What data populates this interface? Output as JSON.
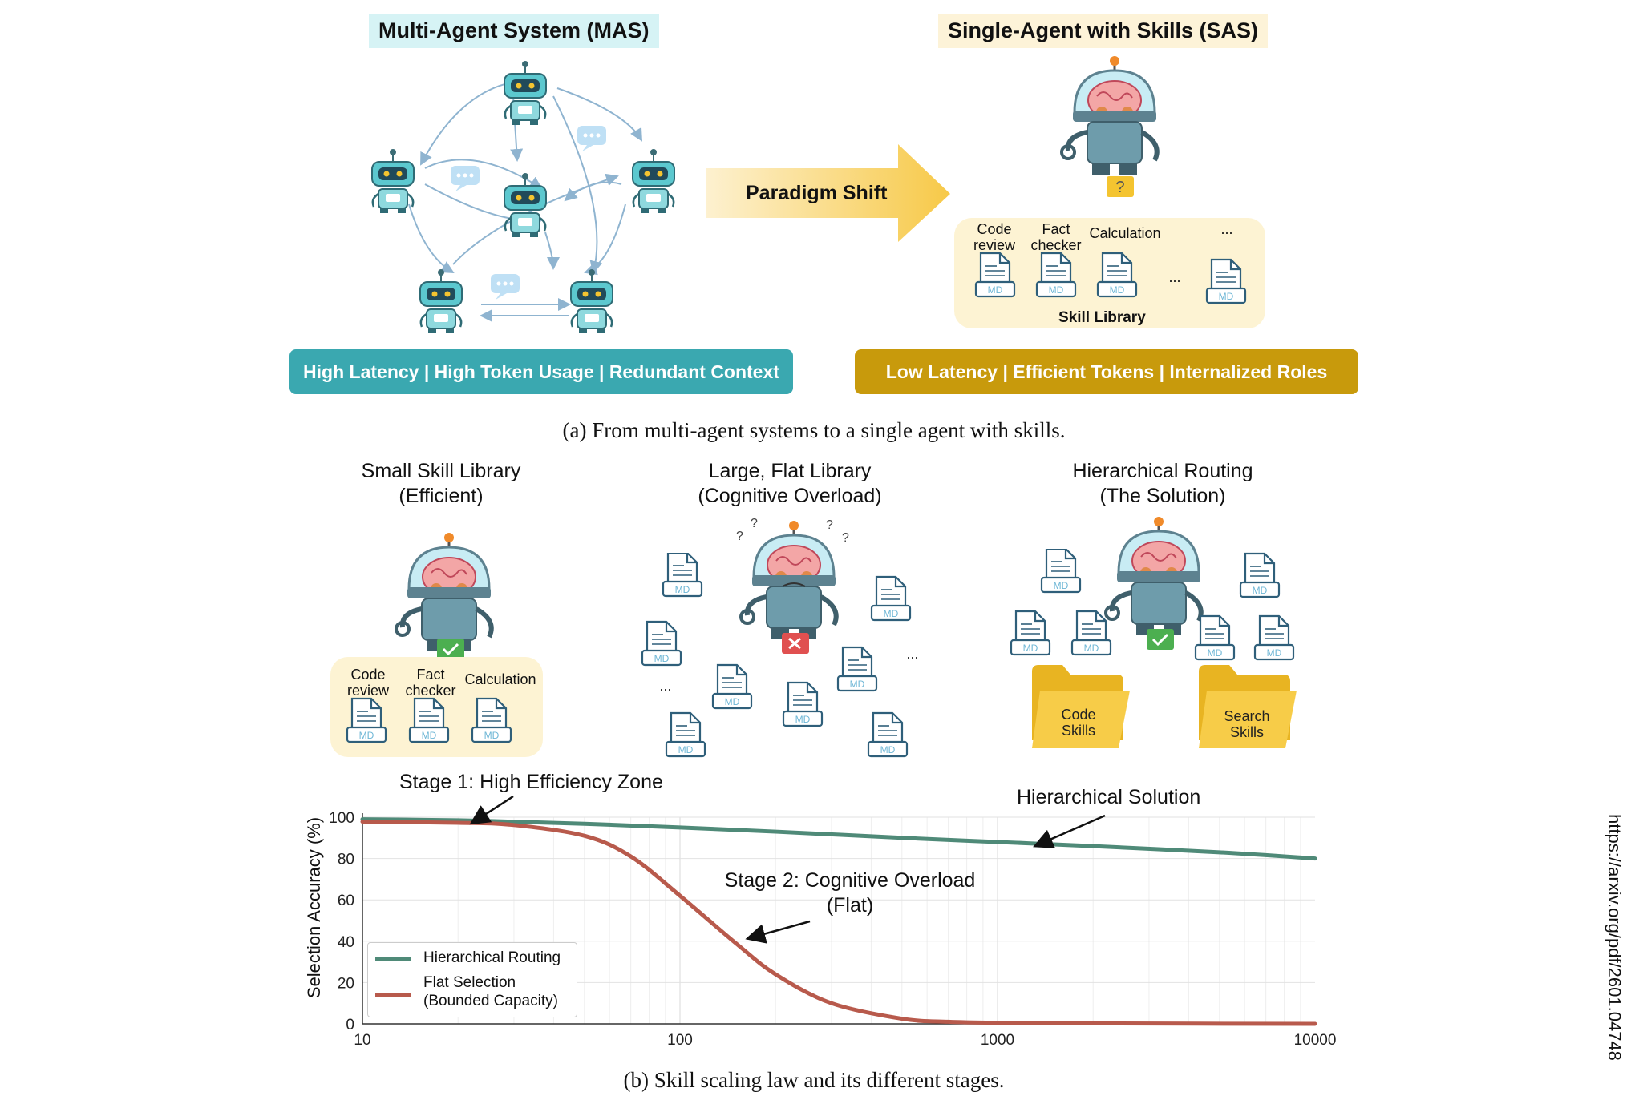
{
  "panel_a": {
    "mas_title": "Multi-Agent System (MAS)",
    "sas_title": "Single-Agent with Skills (SAS)",
    "shift_label": "Paradigm Shift",
    "mas_banner": "High Latency | High Token Usage | Redundant Context",
    "sas_banner": "Low Latency | Efficient Tokens | Internalized Roles",
    "skills": [
      {
        "line1": "Code",
        "line2": "review"
      },
      {
        "line1": "Fact",
        "line2": "checker"
      },
      {
        "line1": "Calculation",
        "line2": ""
      }
    ],
    "ellipsis": "...",
    "library_label": "Skill Library",
    "doc_tag": "MD",
    "caption": "(a) From multi-agent systems to a single agent with skills."
  },
  "panel_b": {
    "small": {
      "line1": "Small Skill Library",
      "line2": "(Efficient)"
    },
    "flat": {
      "line1": "Large, Flat Library",
      "line2": "(Cognitive Overload)"
    },
    "hier": {
      "line1": "Hierarchical Routing",
      "line2": "(The Solution)"
    },
    "folders": [
      {
        "line1": "Code",
        "line2": "Skills"
      },
      {
        "line1": "Search",
        "line2": "Skills"
      }
    ],
    "ellipsis": "...",
    "caption": "(b) Skill scaling law and its different stages."
  },
  "annotations": {
    "stage1": "Stage 1: High Efficiency Zone",
    "hier_solution": "Hierarchical Solution",
    "stage2_line1": "Stage 2: Cognitive Overload",
    "stage2_line2": "(Flat)"
  },
  "side_url": "https://arxiv.org/pdf/2601.04748",
  "colors": {
    "teal": "#3aa8b0",
    "gold": "#c89a0c",
    "flat": "#b85a4c",
    "hier": "#4f8a78",
    "library_bg": "#fdf3d3"
  },
  "chart_data": {
    "type": "line",
    "xscale": "log",
    "xlim": [
      10,
      10000
    ],
    "ylim": [
      0,
      100
    ],
    "ylabel": "Selection Accuracy (%)",
    "xlabel": "",
    "xticks": [
      "10",
      "100",
      "1000",
      "10000"
    ],
    "yticks": [
      "0",
      "20",
      "40",
      "60",
      "80",
      "100"
    ],
    "grid": true,
    "legend_position": "lower-left",
    "series": [
      {
        "name": "Hierarchical Routing",
        "color": "#4f8a78",
        "x": [
          10,
          20,
          30,
          50,
          100,
          200,
          500,
          1000,
          2000,
          5000,
          10000
        ],
        "y": [
          99,
          98.5,
          97.8,
          96.8,
          95,
          93,
          90,
          88,
          86,
          83,
          80
        ]
      },
      {
        "name": "Flat Selection",
        "name_line2": "(Bounded Capacity)",
        "color": "#b85a4c",
        "x": [
          10,
          20,
          30,
          50,
          70,
          100,
          150,
          200,
          300,
          500,
          700,
          1000,
          2000,
          10000
        ],
        "y": [
          97.8,
          97.3,
          96.2,
          91,
          81,
          62,
          39,
          24,
          10,
          2.5,
          1,
          0.5,
          0.2,
          0
        ]
      }
    ]
  }
}
